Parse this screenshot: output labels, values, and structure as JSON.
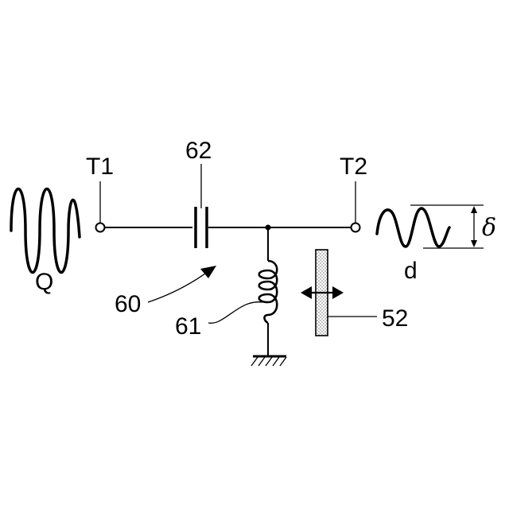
{
  "labels": {
    "terminal_in": "T1",
    "terminal_out": "T2",
    "capacitor": "62",
    "circuit": "60",
    "inductor": "61",
    "member": "52",
    "input_wave": "Q",
    "output_wave": "d",
    "amplitude": "δ"
  }
}
